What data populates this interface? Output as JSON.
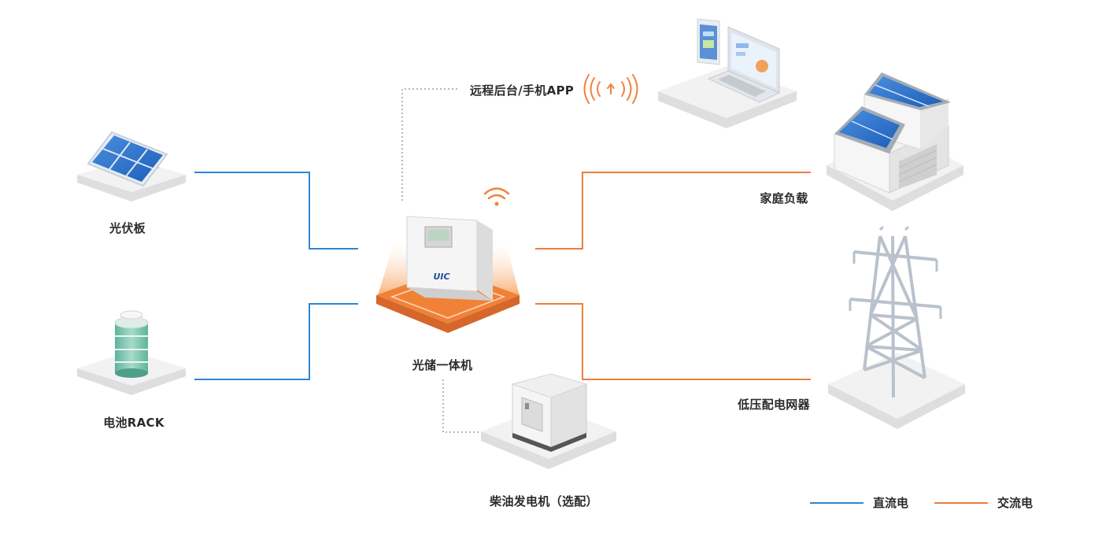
{
  "colors": {
    "dc": "#2f86d4",
    "ac": "#ee7d3c",
    "dotted": "#b8b8b8",
    "accent_orange": "#f0823d",
    "text": "#2b2b2b"
  },
  "nodes": {
    "pv": "光伏板",
    "battery": "电池RACK",
    "inverter": "光储一体机",
    "generator": "柴油发电机（选配）",
    "home": "家庭负载",
    "grid": "低压配电网器",
    "remote": "远程后台/手机APP"
  },
  "inverter_brand": "UIC",
  "legend": {
    "dc": "直流电",
    "ac": "交流电"
  },
  "icons": {
    "solar": "solar-panel-icon",
    "battery": "battery-rack-icon",
    "inverter": "hybrid-inverter-icon",
    "generator": "diesel-generator-icon",
    "house": "house-icon",
    "tower": "power-tower-icon",
    "laptop": "laptop-phone-icon",
    "wifi": "wifi-icon",
    "signal": "wireless-signal-icon"
  }
}
